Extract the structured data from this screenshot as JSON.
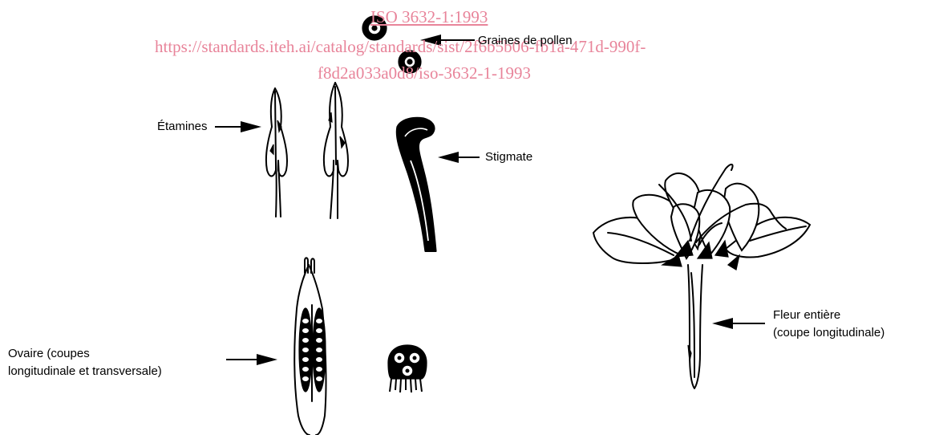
{
  "watermark": {
    "line1": "ISO 3632-1:1993",
    "line2": "https://standards.iteh.ai/catalog/standards/sist/2f6b5b06-fb1a-471d-990f-",
    "line3": "f8d2a033a0d8/iso-3632-1-1993",
    "color": "#e8849a"
  },
  "labels": {
    "pollen": "Graines de pollen",
    "stamens": "Étamines",
    "stigma": "Stigmate",
    "flower_line1": "Fleur entière",
    "flower_line2": "(coupe longitudinale)",
    "ovary_line1": "Ovaire (coupes",
    "ovary_line2": "longitudinale et transversale)"
  }
}
